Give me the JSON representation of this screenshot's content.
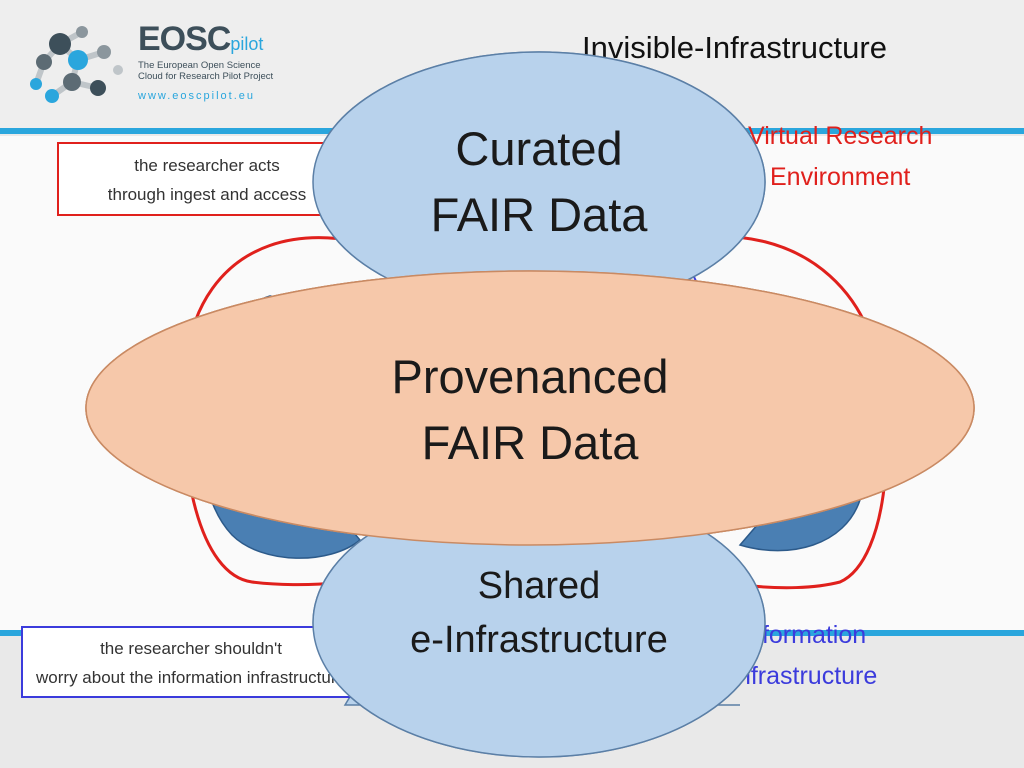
{
  "header": {
    "title": "Invisible-Infrastructure"
  },
  "logo": {
    "brand_main": "EOSC",
    "brand_suffix": "pilot",
    "tagline_line1": "The European Open Science",
    "tagline_line2": "Cloud for Research Pilot Project",
    "url": "www.eoscpilot.eu"
  },
  "callouts": {
    "top_line1": "the researcher acts",
    "top_line2": "through ingest and access",
    "bottom_line1": "the researcher shouldn't",
    "bottom_line2": "worry about the information infrastructure"
  },
  "labels": {
    "vre_line1": "Virtual Research",
    "vre_line2": "Environment",
    "ii_line1": "Information",
    "ii_line2": "Infrastructure"
  },
  "ellipses": {
    "curated_line1": "Curated",
    "curated_line2": "FAIR Data",
    "provenanced_line1": "Provenanced",
    "provenanced_line2": "FAIR Data",
    "shared_line1": "Shared",
    "shared_line2": "e-Infrastructure"
  },
  "colors": {
    "stripe": "#2aa6dd",
    "vre_red": "#e0201c",
    "info_blue": "#3b3bdc",
    "ellipse_blue": "#b8d2ec",
    "ellipse_peach": "#f6c8aa",
    "arrow_blue": "#4a7fb3"
  }
}
